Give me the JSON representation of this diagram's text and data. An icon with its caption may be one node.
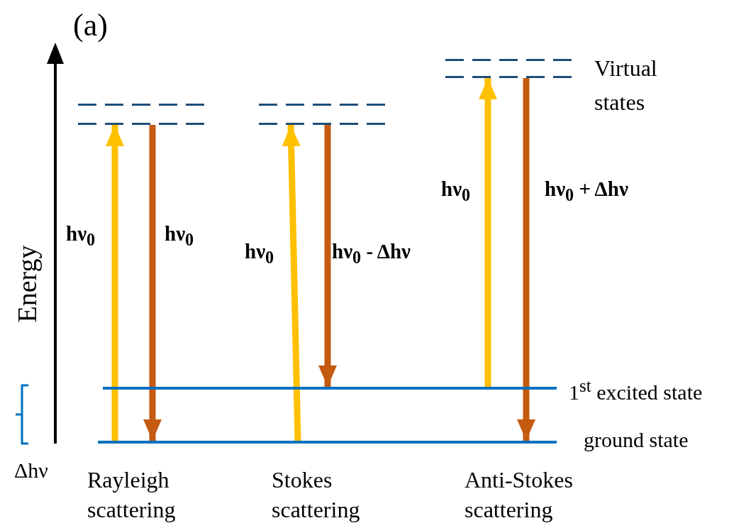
{
  "diagram": {
    "nodes": [
      {
        "text": [],
        "shape": "bar"
      },
      {
        "text": [],
        "shape": "bar"
      },
      {
        "text": [],
        "shape": "bar",
        "beside": [
          "Virtual states"
        ]
      },
      {
        "text": [],
        "shape": "bar",
        "beside": [
          "1$^{st}$ excited state"
        ]
      },
      {
        "text": [],
        "shape": "bar",
        "beside": [
          "ground state"
        ]
      }
    ],
    "edges": [
      {
        "from": 4,
        "to": 0,
        "arrow": "to",
        "label": "hν$_{0}$",
        "color": "#ffc000"
      },
      {
        "from": 0,
        "to": 4,
        "arrow": "to",
        "label": "hν$_{0}$",
        "color": "#c55a11"
      },
      {
        "from": 4,
        "to": 1,
        "arrow": "to",
        "label": "hν$_{0}$",
        "color": "#ffc000"
      },
      {
        "from": 1,
        "to": 3,
        "arrow": "to",
        "label": "hν$_{0}$ - Δhν",
        "color": "#c55a11"
      },
      {
        "from": 3,
        "to": 2,
        "arrow": "to",
        "label": "hν$_{0}$",
        "color": "#ffc000"
      },
      {
        "from": 2,
        "to": 4,
        "arrow": "to",
        "label": "hν$_{0}$ + Δhν",
        "color": "#c55a11"
      }
    ],
    "labels": [
      "(a)",
      "Energy",
      "Δhν",
      "Rayleigh scattering",
      "Stokes scattering",
      "Anti-Stokes scattering"
    ]
  }
}
